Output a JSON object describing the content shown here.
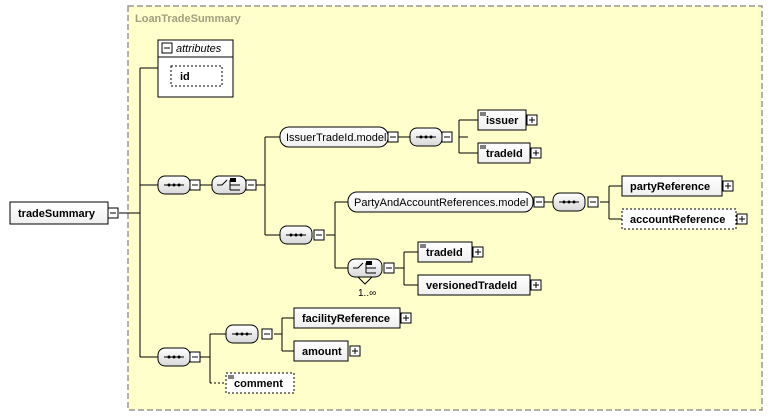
{
  "group": {
    "title": "LoanTradeSummary"
  },
  "root": {
    "label": "tradeSummary"
  },
  "attributes": {
    "title": "attributes",
    "items": [
      "id"
    ]
  },
  "nodes": {
    "issuer_model": "IssuerTradeId.model",
    "issuer": "issuer",
    "tradeid_top": "tradeId",
    "party_model": "PartyAndAccountReferences.model",
    "party_reference": "partyReference",
    "account_reference": "accountReference",
    "tradeid_mid": "tradeId",
    "versioned_tradeid": "versionedTradeId",
    "facility_reference": "facilityReference",
    "amount": "amount",
    "comment": "comment"
  },
  "cardinality": {
    "choice_repeat": "1..∞"
  },
  "colors": {
    "group_fill": "#ffffcc",
    "group_border": "#999999",
    "node_fill": "#ffffff",
    "compositor_fill": "#e6e6e6",
    "line": "#000000"
  }
}
